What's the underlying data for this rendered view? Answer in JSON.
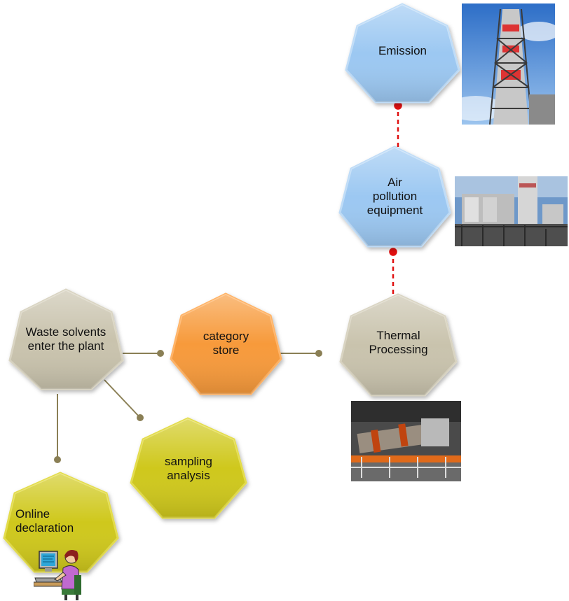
{
  "nodes": [
    {
      "id": "waste-solvents",
      "line1": "Waste solvents",
      "line2": "enter the plant",
      "color": "#c9c3ad"
    },
    {
      "id": "category-store",
      "line1": "category",
      "line2": "store",
      "color": "#f79a3a"
    },
    {
      "id": "thermal-processing",
      "line1": "Thermal",
      "line2": "Processing",
      "color": "#c9c3ad"
    },
    {
      "id": "air-pollution",
      "line1": "Air",
      "line2": "pollution",
      "line3": "equipment",
      "color": "#9cc8f2"
    },
    {
      "id": "emission",
      "line1": "Emission",
      "color": "#9cc8f2"
    },
    {
      "id": "sampling-analysis",
      "line1": "sampling",
      "line2": "analysis",
      "color": "#cfc81c"
    },
    {
      "id": "online-declaration",
      "line1": "Online",
      "line2": "declaration",
      "color": "#cfc81c"
    }
  ],
  "connector_colors": {
    "solid": "#8a7f55",
    "dashed": "#e01010"
  },
  "photos": [
    "stack-tower-photo",
    "air-pollution-equipment-photo",
    "rotary-kiln-photo",
    "computer-user-clipart"
  ]
}
